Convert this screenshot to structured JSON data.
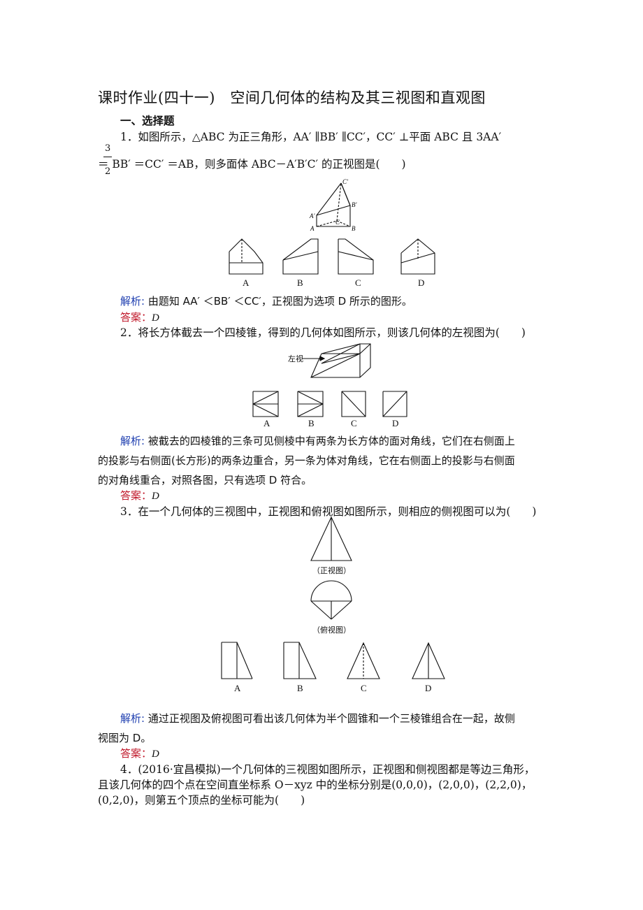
{
  "title": "课时作业(四十一)　空间几何体的结构及其三视图和直观图",
  "section": "一、选择题",
  "q1": {
    "line1": "1．如图所示，△ABC 为正三角形，AA′ ∥BB′ ∥CC′，CC′ ⊥平面 ABC 且 3AA′",
    "frac_num": "3",
    "frac_den": "2",
    "line2": "＝ BB′ ＝CC′ ＝AB，则多面体 ABC－A′B′C′ 的正视图是(　　)",
    "fig_labels": [
      "C'",
      "B'",
      "A'",
      "C",
      "A",
      "B"
    ],
    "options": [
      "A",
      "B",
      "C",
      "D"
    ],
    "analysis_label": "解析:",
    "analysis": " 由题知 AA′ ＜BB′ ＜CC′，正视图为选项 D 所示的图形。",
    "answer_label": "答案：",
    "answer": "D"
  },
  "q2": {
    "line1": "2．将长方体截去一个四棱锥，得到的几何体如图所示，则该几何体的左视图为(　　)",
    "left_view": "左视",
    "options": [
      "A",
      "B",
      "C",
      "D"
    ],
    "analysis_label": "解析:",
    "analysis1": " 被截去的四棱锥的三条可见侧棱中有两条为长方体的面对角线，它们在右侧面上",
    "analysis2": "的投影与右侧面(长方形)的两条边重合，另一条为体对角线，它在右侧面上的投影与右侧面",
    "analysis3": "的对角线重合，对照各图，只有选项 D 符合。",
    "answer_label": "答案：",
    "answer": "D"
  },
  "q3": {
    "line1": "3．在一个几何体的三视图中，正视图和俯视图如图所示，则相应的侧视图可以为(　　)",
    "front_caption": "（正视图）",
    "top_caption": "（俯视图）",
    "options": [
      "A",
      "B",
      "C",
      "D"
    ],
    "analysis_label": "解析:",
    "analysis1": " 通过正视图及俯视图可看出该几何体为半个圆锥和一个三棱锥组合在一起，故侧",
    "analysis2": "视图为 D。",
    "answer_label": "答案：",
    "answer": "D"
  },
  "q4": {
    "line1": "4．(2016·宜昌模拟)一个几何体的三视图如图所示，正视图和侧视图都是等边三角形，",
    "line2": "且该几何体的四个点在空间直坐标系 O－xyz 中的坐标分别是(0,0,0)，(2,0,0)，(2,2,0)，",
    "line3": "(0,2,0)，则第五个顶点的坐标可能为(　　)"
  }
}
